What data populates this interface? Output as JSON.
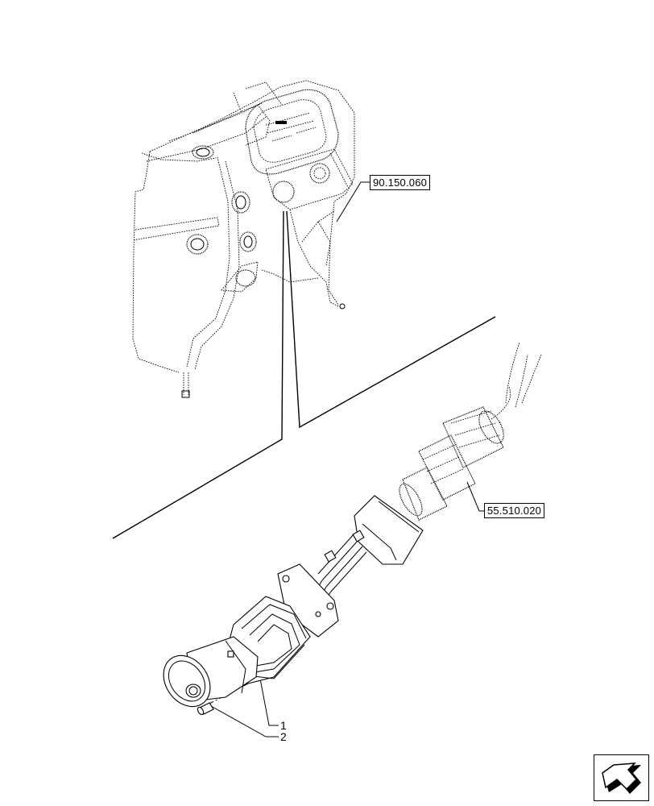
{
  "diagram": {
    "type": "exploded-parts-illustration",
    "subject": "Switch assembly mounted in cab dashboard pillar with harness connector",
    "reference_labels": [
      {
        "id": "ref-dashboard",
        "text": "90.150.060",
        "points_to": "dashboard / cab console"
      },
      {
        "id": "ref-connector",
        "text": "55.510.020",
        "points_to": "wiring harness connector"
      }
    ],
    "callouts": [
      {
        "number": "1",
        "points_to": "switch assembly"
      },
      {
        "number": "2",
        "points_to": "screw"
      }
    ],
    "nav_icon": "return-arrow-icon"
  }
}
